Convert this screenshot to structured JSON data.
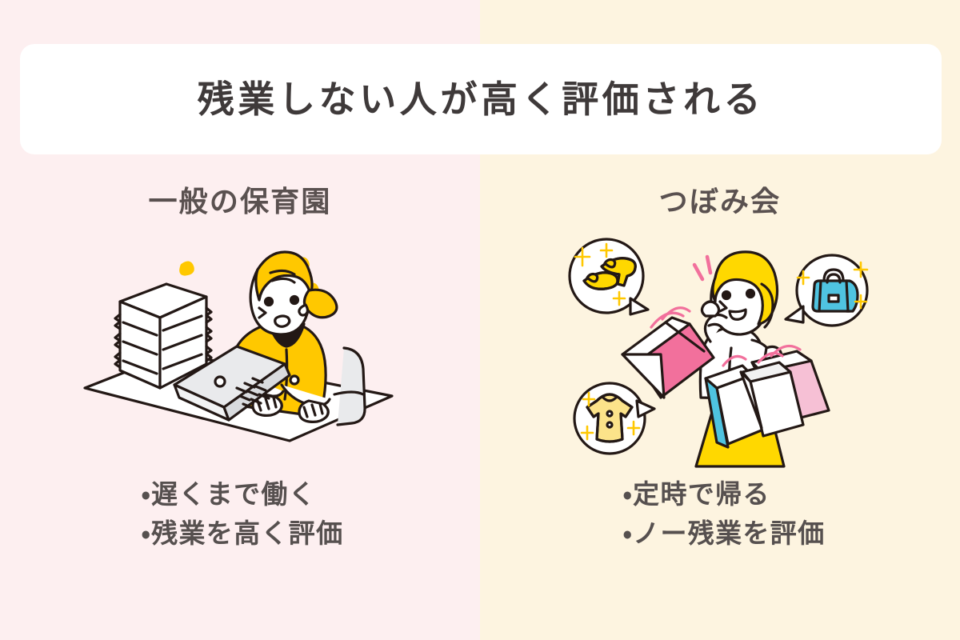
{
  "title": "残業しない人が高く評価される",
  "theme": {
    "left_background": "#FDEFF0",
    "right_background": "#FDF4E0",
    "card_background": "#FFFFFF",
    "title_color": "#3F3A3A",
    "heading_color": "#5A5150",
    "bullet_color": "#56504F",
    "accent_yellow": "#FFC800",
    "accent_pink": "#F2709C",
    "accent_blue": "#4FC3E0",
    "outline": "#231815"
  },
  "columns": [
    {
      "heading": "一般の保育園",
      "illustration": {
        "name": "tired-woman-at-laptop-illustration",
        "alt": "遅くまで残業して疲れた様子で書類の山の横でノートパソコンに向かう女性",
        "elements": [
          "paper-stack-icon",
          "laptop-icon",
          "desk-icon",
          "office-chair-icon",
          "stress-marks-icon",
          "sweat-drop-icon"
        ]
      },
      "bullets": [
        "・遅くまで働く",
        "・残業を高く評価"
      ]
    },
    {
      "heading": "つぼみ会",
      "illustration": {
        "name": "happy-woman-shopping-illustration",
        "alt": "定時で帰り買い物袋を抱えて笑顔の女性と、靴・バッグ・子供服の吹き出し",
        "elements": [
          "shopping-bag-pink-icon",
          "shopping-bag-white-icon",
          "shopping-bag-blue-icon",
          "shoes-bubble-icon",
          "handbag-bubble-icon",
          "dress-bubble-icon",
          "sparkle-icon",
          "joy-marks-icon"
        ]
      },
      "bullets": [
        "・定時で帰る",
        "・ノー残業を評価"
      ]
    }
  ]
}
